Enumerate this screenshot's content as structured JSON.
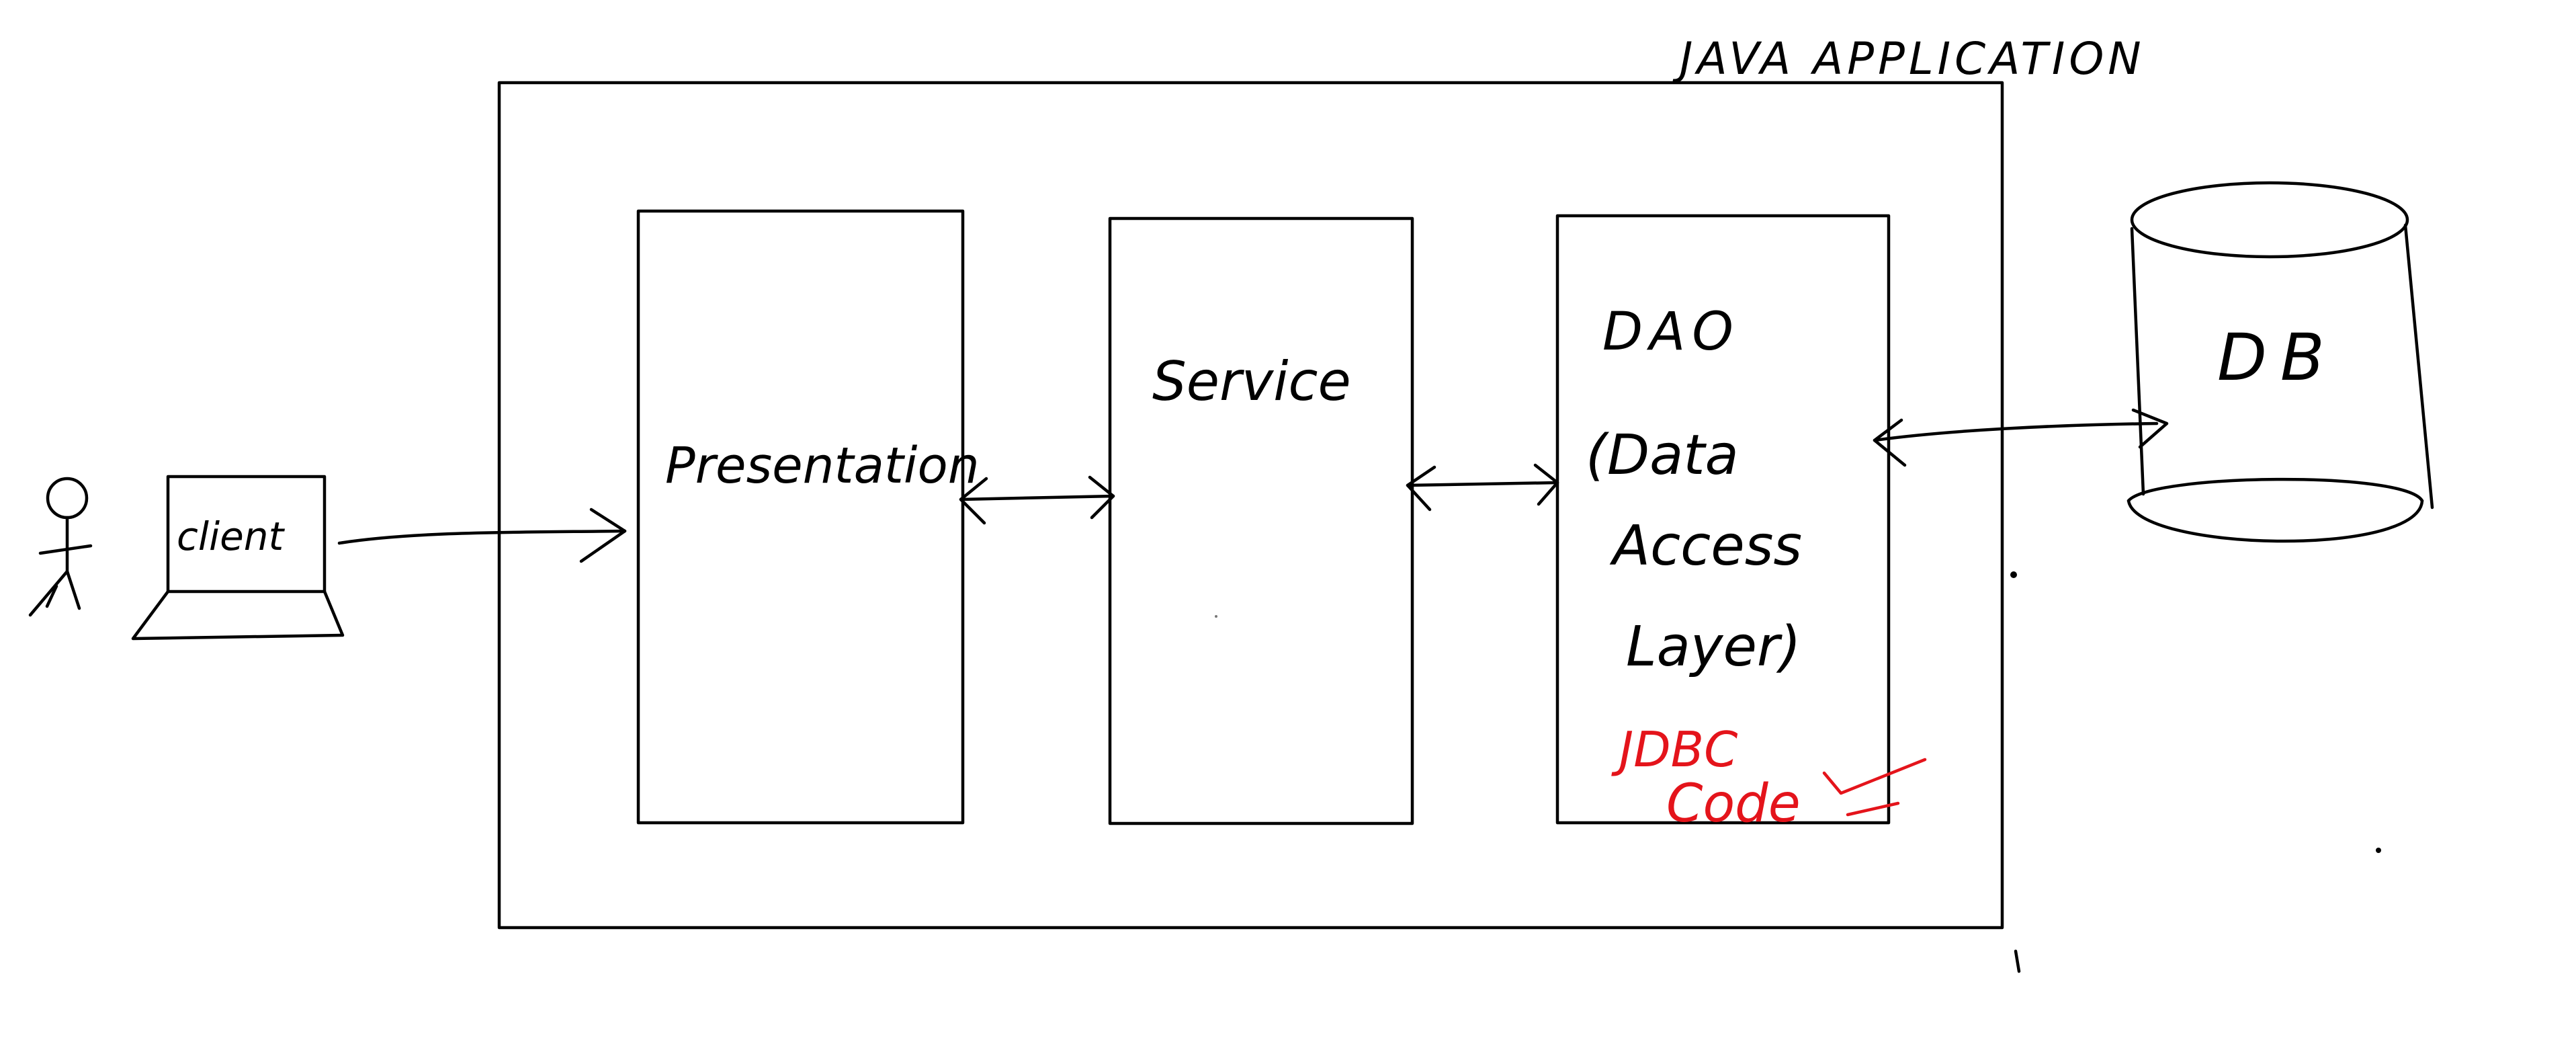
{
  "app": {
    "title": "JAVA APPLICATION"
  },
  "actor": {
    "device_label": "client"
  },
  "layers": {
    "presentation": "Presentation",
    "service": "Service",
    "dao": {
      "line1": "DAO",
      "line2": "(Data",
      "line3": "Access",
      "line4": "Layer)"
    }
  },
  "annotation": {
    "line1": "JDBC",
    "line2": "Code"
  },
  "database": {
    "label": "DB"
  },
  "colors": {
    "ink": "#000000",
    "annotation": "#e4141b",
    "background": "#ffffff"
  }
}
